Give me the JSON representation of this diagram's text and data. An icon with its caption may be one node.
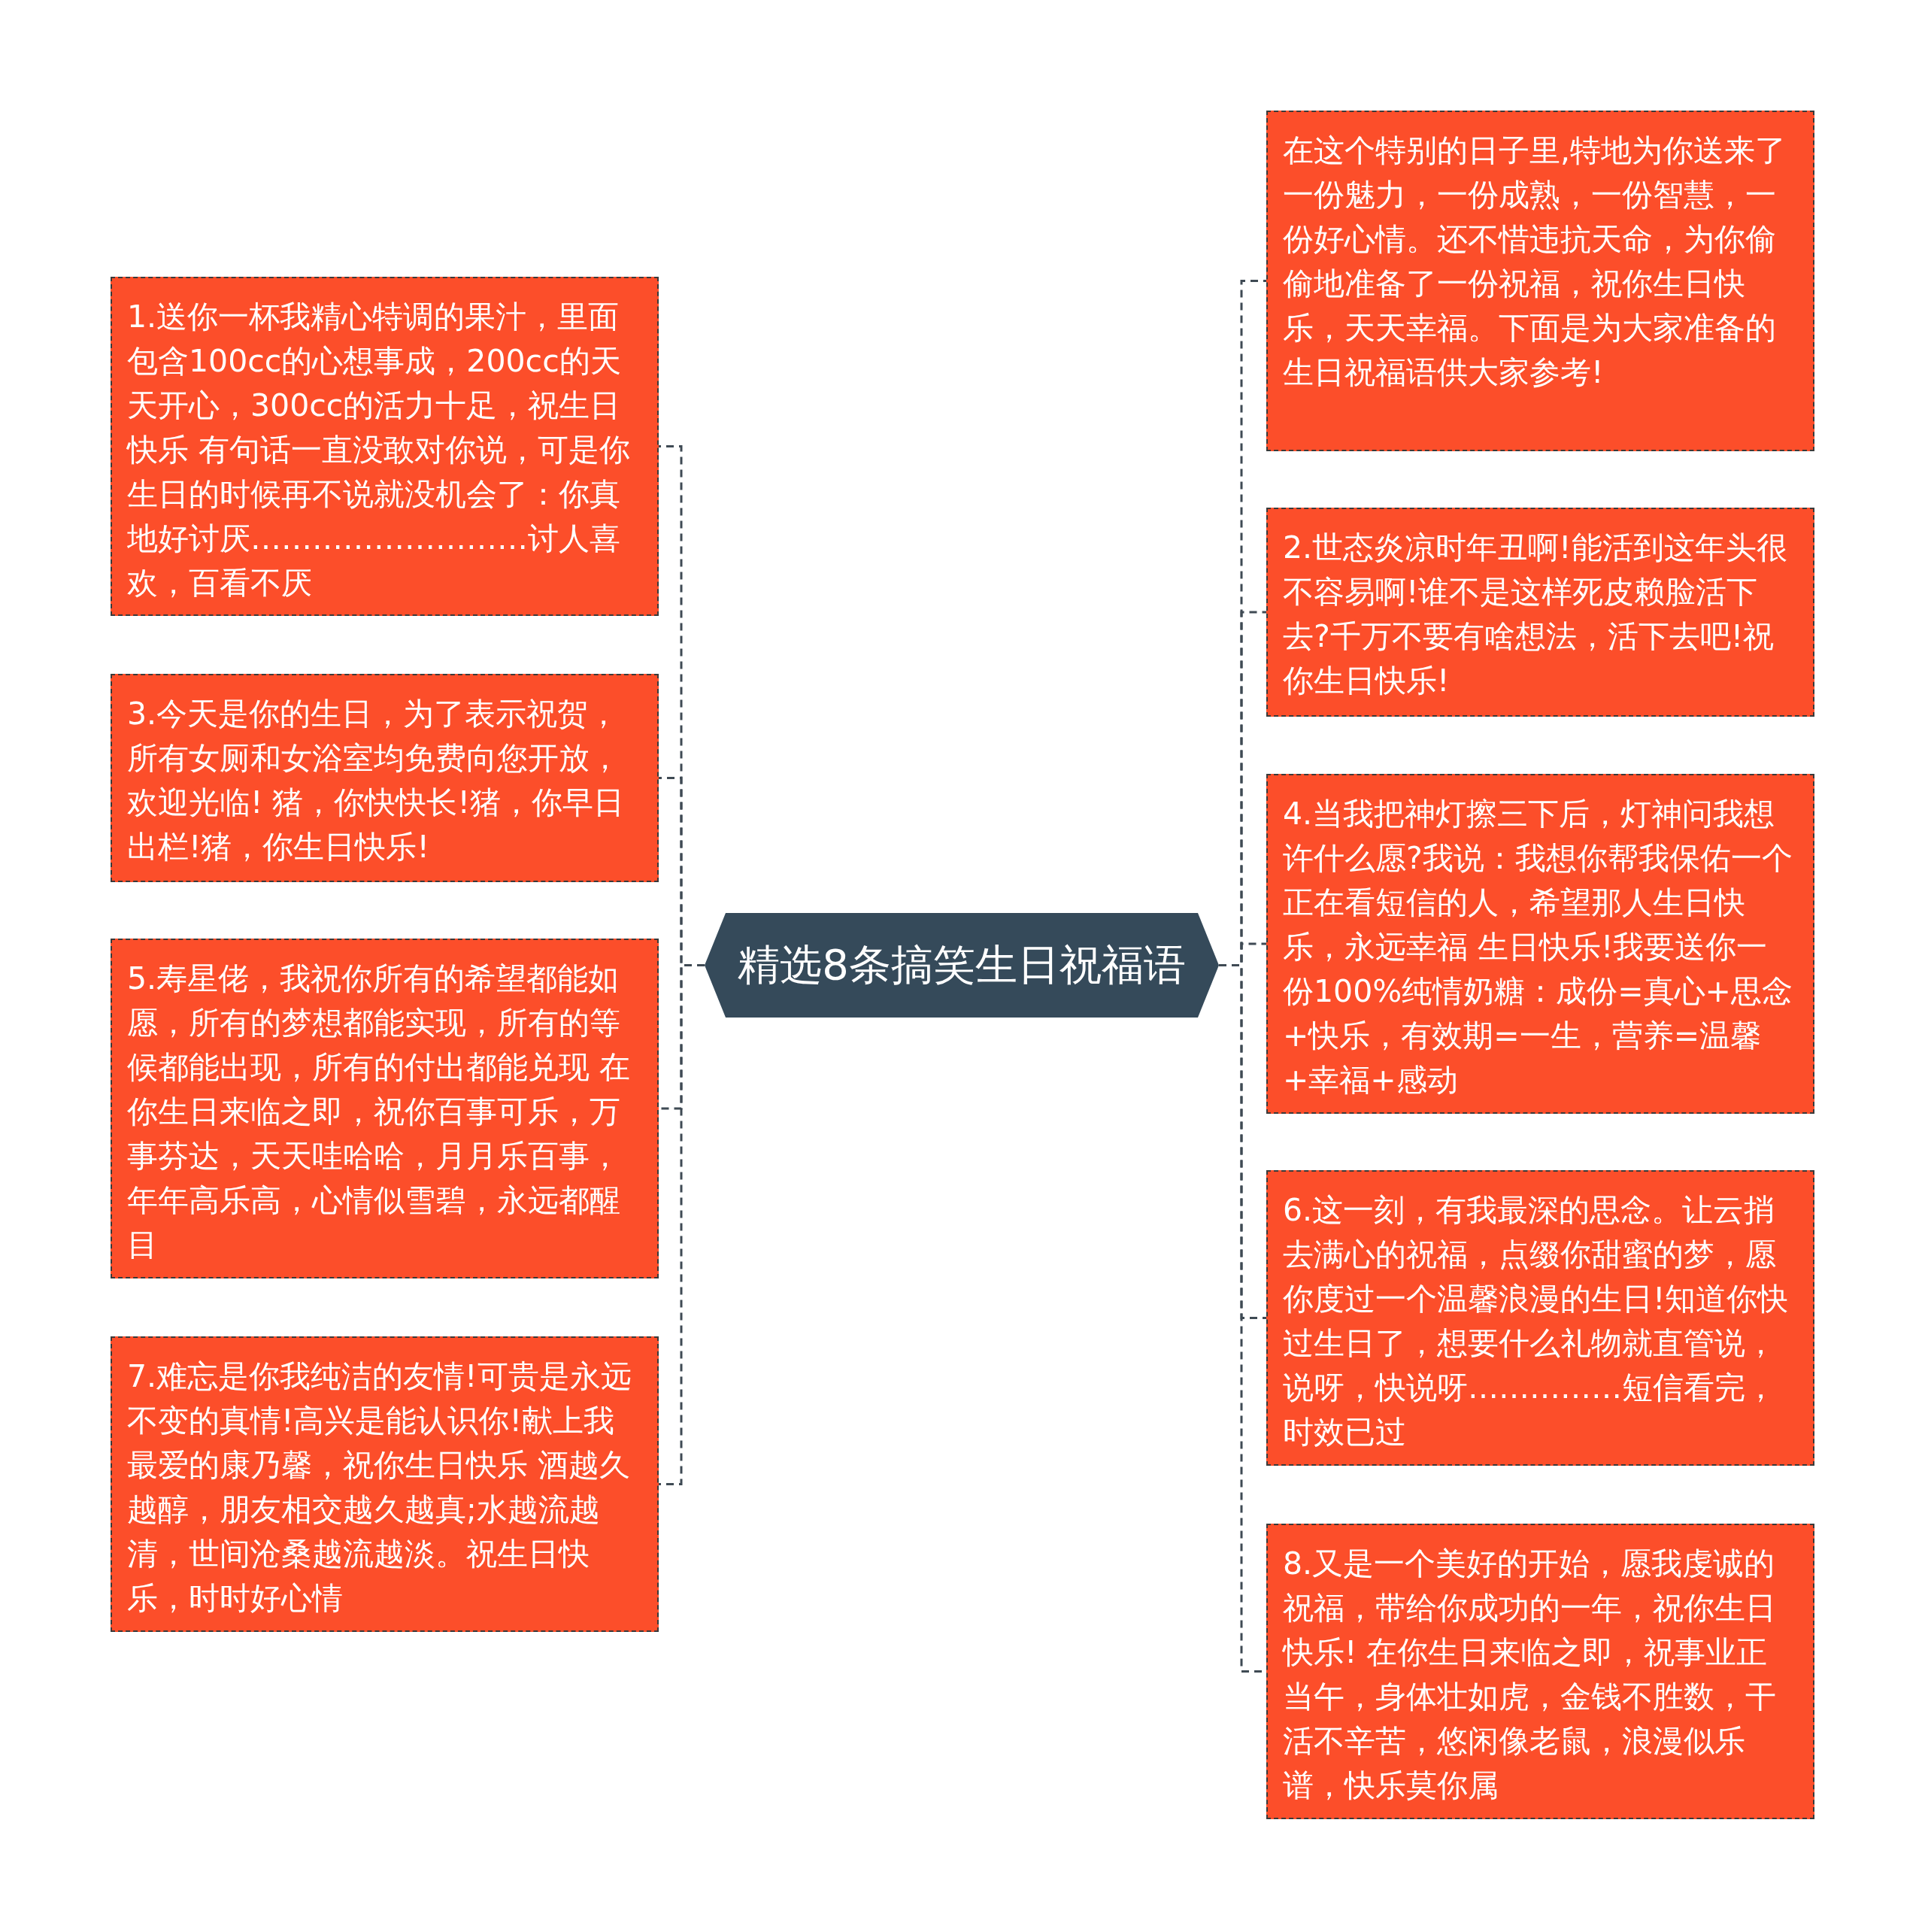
{
  "diagram": {
    "nodes": [
      {
        "text": [
          "精选8条搞笑生日祝福语"
        ]
      },
      {
        "text": [
          "在这个特别的日子里,特地为你送来了一份魅力，一份成熟，一份智慧，一份好心情。还不惜违抗天命，为你偷偷地准备了一份祝福，祝你生日快乐，天天幸福。下面是为大家准备的生日祝福语供大家参考!"
        ]
      },
      {
        "text": [
          "1.送你一杯我精心特调的果汁，里面包含100cc的心想事成，200cc的天天开心，300cc的活力十足，祝生日快乐 有句话一直没敢对你说，可是你生日的时候再不说就没机会了：你真地好讨厌………………………讨人喜欢，百看不厌"
        ]
      },
      {
        "text": [
          "2.世态炎凉时年丑啊!能活到这年头很不容易啊!谁不是这样死皮赖脸活下去?千万不要有啥想法，活下去吧!祝你生日快乐!"
        ]
      },
      {
        "text": [
          "3.今天是你的生日，为了表示祝贺，所有女厕和女浴室均免费向您开放，欢迎光临! 猪，你快快长!猪，你早日出栏!猪，你生日快乐!"
        ]
      },
      {
        "text": [
          "4.当我把神灯擦三下后，灯神问我想许什么愿?我说：我想你帮我保佑一个正在看短信的人，希望那人生日快乐，永远幸福 生日快乐!我要送你一份100%纯情奶糖：成份=真心+思念+快乐，有效期=一生，营养=温馨+幸福+感动"
        ]
      },
      {
        "text": [
          "5.寿星佬，我祝你所有的希望都能如愿，所有的梦想都能实现，所有的等候都能出现，所有的付出都能兑现 在你生日来临之即，祝你百事可乐，万事芬达，天天哇哈哈，月月乐百事，年年高乐高，心情似雪碧，永远都醒目"
        ]
      },
      {
        "text": [
          "6.这一刻，有我最深的思念。让云捎去满心的祝福，点缀你甜蜜的梦，愿你度过一个温馨浪漫的生日!知道你快过生日了，想要什么礼物就直管说，说呀，快说呀……………短信看完，时效已过"
        ]
      },
      {
        "text": [
          "7.难忘是你我纯洁的友情!可贵是永远不变的真情!高兴是能认识你!献上我最爱的康乃馨，祝你生日快乐 酒越久越醇，朋友相交越久越真;水越流越清，世间沧桑越流越淡。祝生日快乐，时时好心情"
        ]
      },
      {
        "text": [
          "8.又是一个美好的开始，愿我虔诚的祝福，带给你成功的一年，祝你生日快乐! 在你生日来临之即，祝事业正当午，身体壮如虎，金钱不胜数，干活不辛苦，悠闲像老鼠，浪漫似乐谱，快乐莫你属"
        ]
      }
    ],
    "edges": [
      {
        "from": 0,
        "to": 1,
        "arrow": "none",
        "style": "dashed"
      },
      {
        "from": 0,
        "to": 2,
        "arrow": "none",
        "style": "dashed"
      },
      {
        "from": 0,
        "to": 3,
        "arrow": "none",
        "style": "dashed"
      },
      {
        "from": 0,
        "to": 4,
        "arrow": "none",
        "style": "dashed"
      },
      {
        "from": 0,
        "to": 5,
        "arrow": "none",
        "style": "dashed"
      },
      {
        "from": 0,
        "to": 6,
        "arrow": "none",
        "style": "dashed"
      },
      {
        "from": 0,
        "to": 7,
        "arrow": "none",
        "style": "dashed"
      },
      {
        "from": 0,
        "to": 8,
        "arrow": "none",
        "style": "dashed"
      },
      {
        "from": 0,
        "to": 9,
        "arrow": "none",
        "style": "dashed"
      }
    ]
  }
}
